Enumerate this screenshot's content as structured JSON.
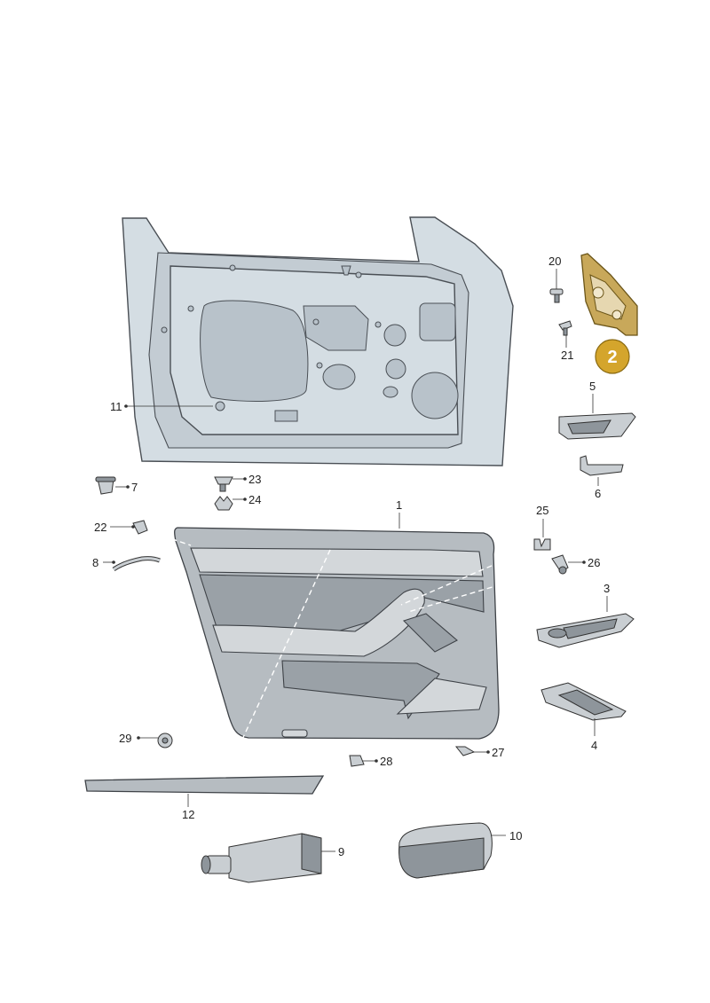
{
  "callouts": {
    "c1": "1",
    "c2": "2",
    "c3": "3",
    "c4": "4",
    "c5": "5",
    "c6": "6",
    "c7": "7",
    "c8": "8",
    "c9": "9",
    "c10": "10",
    "c11": "11",
    "c12": "12",
    "c20": "20",
    "c21": "21",
    "c22": "22",
    "c23": "23",
    "c24": "24",
    "c25": "25",
    "c26": "26",
    "c27": "27",
    "c28": "28",
    "c29": "29"
  },
  "colors": {
    "highlight": "#c8a85a",
    "highlight_badge": "#d4a52c",
    "body_panel": "#d4dde3",
    "trim": "#b6bcc1"
  }
}
